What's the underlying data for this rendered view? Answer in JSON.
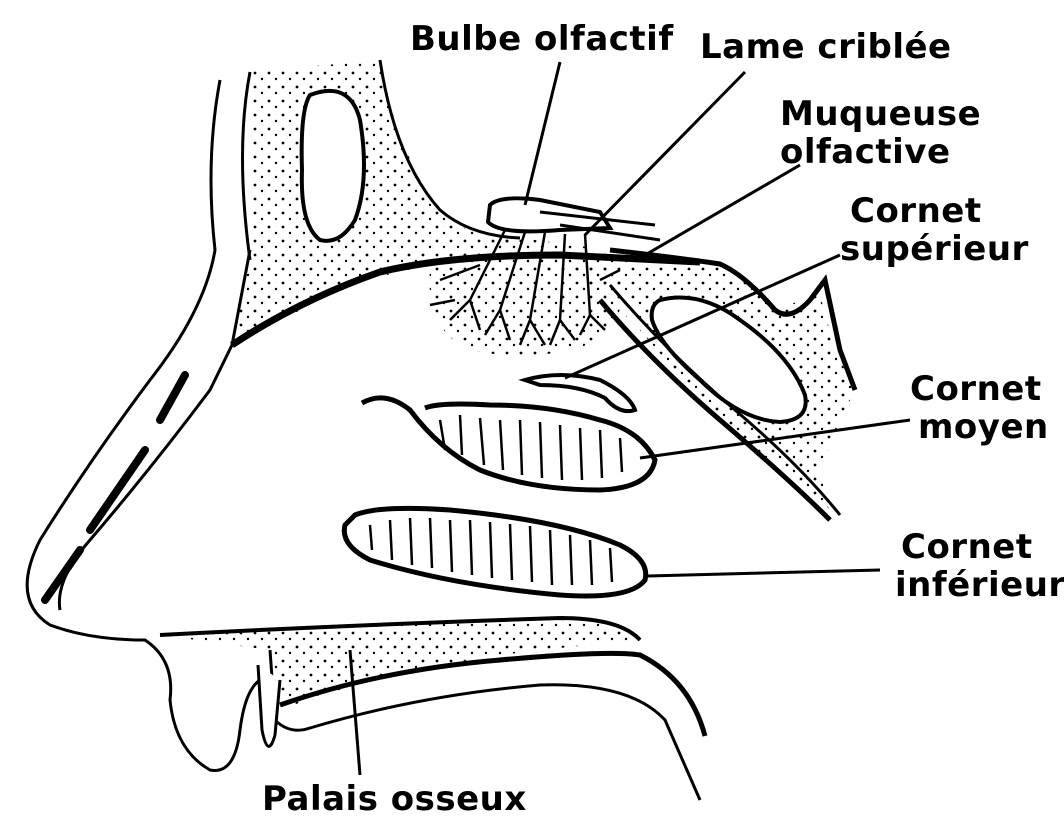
{
  "labels": {
    "bulbe_olfactif": "Bulbe olfactif",
    "lame_criblee": "Lame criblée",
    "muqueuse_olfactive": [
      "Muqueuse",
      "olfactive"
    ],
    "cornet_superieur": [
      "Cornet",
      "supérieur"
    ],
    "cornet_moyen": [
      "Cornet",
      "moyen"
    ],
    "cornet_inferieur": [
      "Cornet",
      "inférieur"
    ],
    "palais_osseux": "Palais osseux"
  },
  "colors": {
    "ink": "#000000",
    "background": "#ffffff"
  }
}
